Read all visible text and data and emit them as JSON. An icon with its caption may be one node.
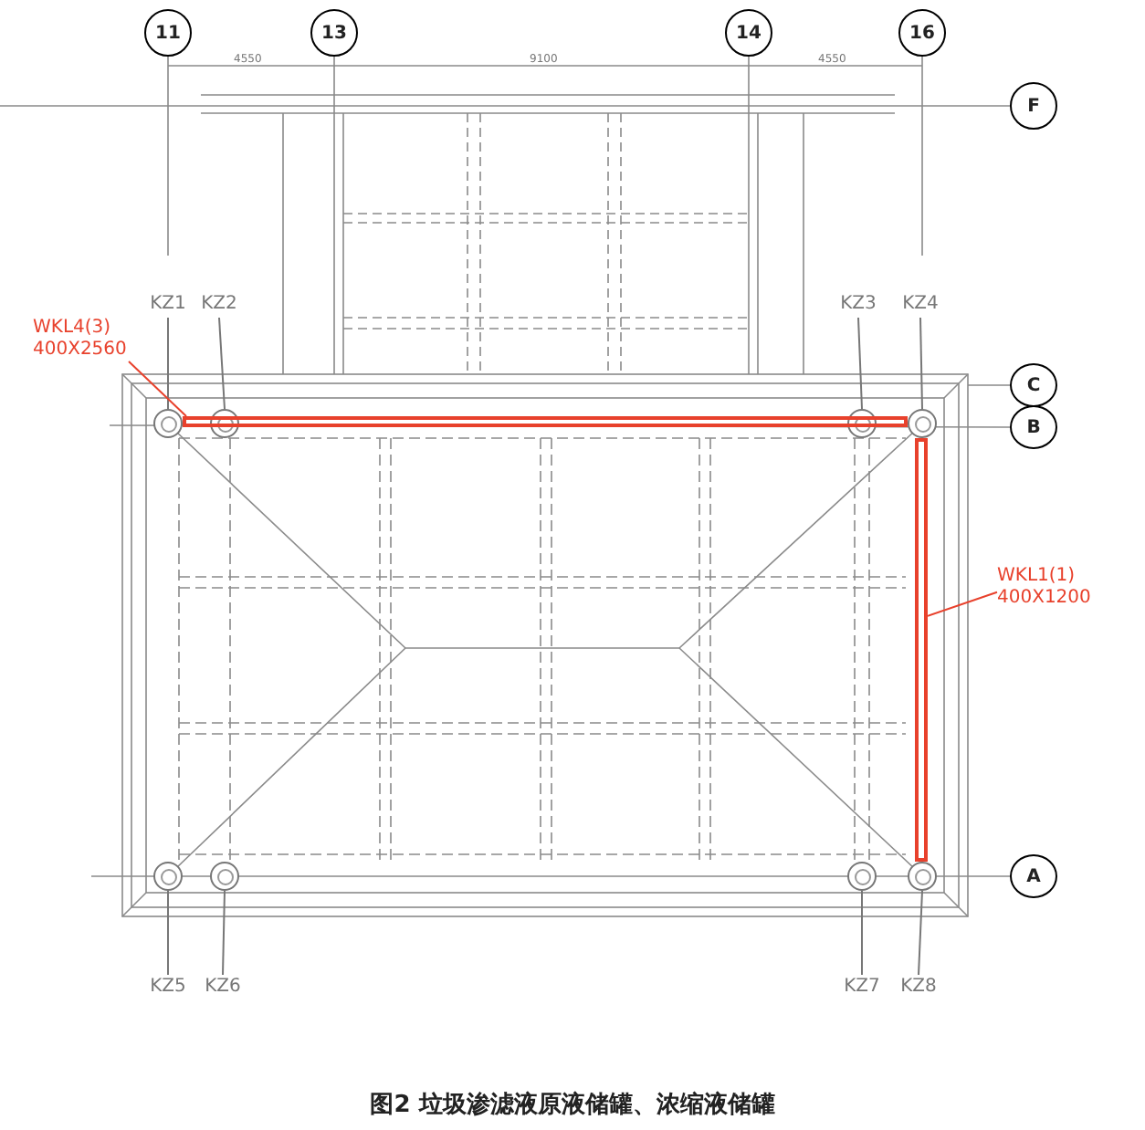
{
  "diagram": {
    "caption": "图2  垃圾渗滤液原液储罐、浓缩液储罐",
    "nodes": [
      {
        "text": [
          "11"
        ]
      },
      {
        "text": [
          "13"
        ]
      },
      {
        "text": [
          "14"
        ]
      },
      {
        "text": [
          "16"
        ]
      },
      {
        "text": [
          "F"
        ]
      },
      {
        "text": [
          "C"
        ]
      },
      {
        "text": [
          "B"
        ]
      },
      {
        "text": [
          "A"
        ]
      },
      {
        "text": [
          "KZ1"
        ]
      },
      {
        "text": [
          "KZ2"
        ]
      },
      {
        "text": [
          "KZ3"
        ]
      },
      {
        "text": [
          "KZ4"
        ]
      },
      {
        "text": [],
        "shape": "circle"
      },
      {
        "text": [],
        "shape": "circle"
      },
      {
        "text": [],
        "shape": "circle"
      },
      {
        "text": [],
        "shape": "circle"
      },
      {
        "text": [
          "KZ5"
        ]
      },
      {
        "text": [
          "KZ6"
        ]
      },
      {
        "text": [
          "KZ7"
        ]
      },
      {
        "text": [
          "KZ8"
        ]
      },
      {
        "text": [],
        "shape": "circle"
      },
      {
        "text": [],
        "shape": "circle"
      },
      {
        "text": [],
        "shape": "circle"
      },
      {
        "text": [],
        "shape": "circle"
      },
      {
        "text": [
          "WKL4(3) 400X2560"
        ]
      },
      {
        "text": [],
        "shape": "bar"
      },
      {
        "text": [
          "WKL1(1) 400X1200"
        ]
      },
      {
        "text": [],
        "shape": "bar"
      }
    ],
    "edges": [
      {
        "from": 8,
        "to": 12,
        "arrow": "none"
      },
      {
        "from": 9,
        "to": 13,
        "arrow": "none"
      },
      {
        "from": 10,
        "to": 14,
        "arrow": "none"
      },
      {
        "from": 11,
        "to": 15,
        "arrow": "none"
      },
      {
        "from": 16,
        "to": 20,
        "arrow": "none"
      },
      {
        "from": 17,
        "to": 21,
        "arrow": "none"
      },
      {
        "from": 18,
        "to": 22,
        "arrow": "none"
      },
      {
        "from": 19,
        "to": 23,
        "arrow": "none"
      },
      {
        "from": 24,
        "to": 25,
        "arrow": "none",
        "color": "#e8412c"
      },
      {
        "from": 26,
        "to": 27,
        "arrow": "none",
        "color": "#e8412c"
      }
    ],
    "labels": [
      "4550",
      "9100",
      "4550"
    ]
  }
}
